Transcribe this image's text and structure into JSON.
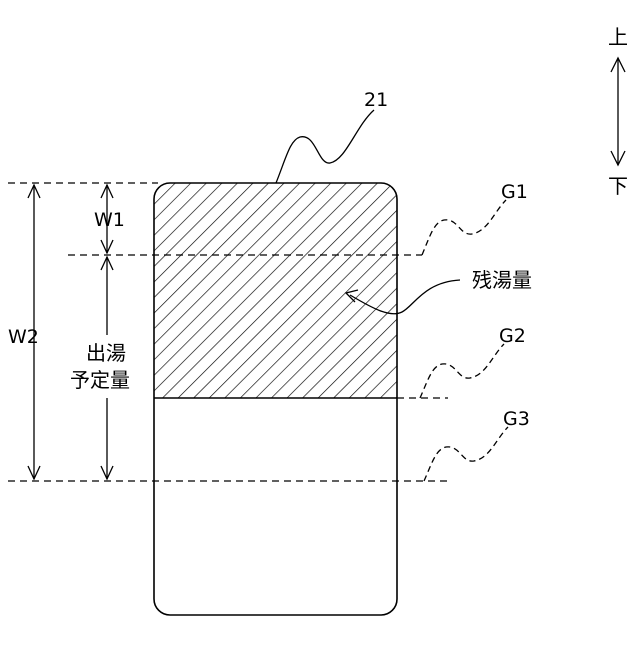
{
  "diagram": {
    "vessel_label": "21",
    "level_labels": {
      "g1": "G1",
      "g2": "G2",
      "g3": "G3"
    },
    "dimension_labels": {
      "w1": "W1",
      "w2": "W2"
    },
    "planned_tapping": {
      "line1": "出湯",
      "line2": "予定量"
    },
    "residual_label": "残湯量",
    "direction": {
      "up": "上",
      "down": "下"
    }
  }
}
